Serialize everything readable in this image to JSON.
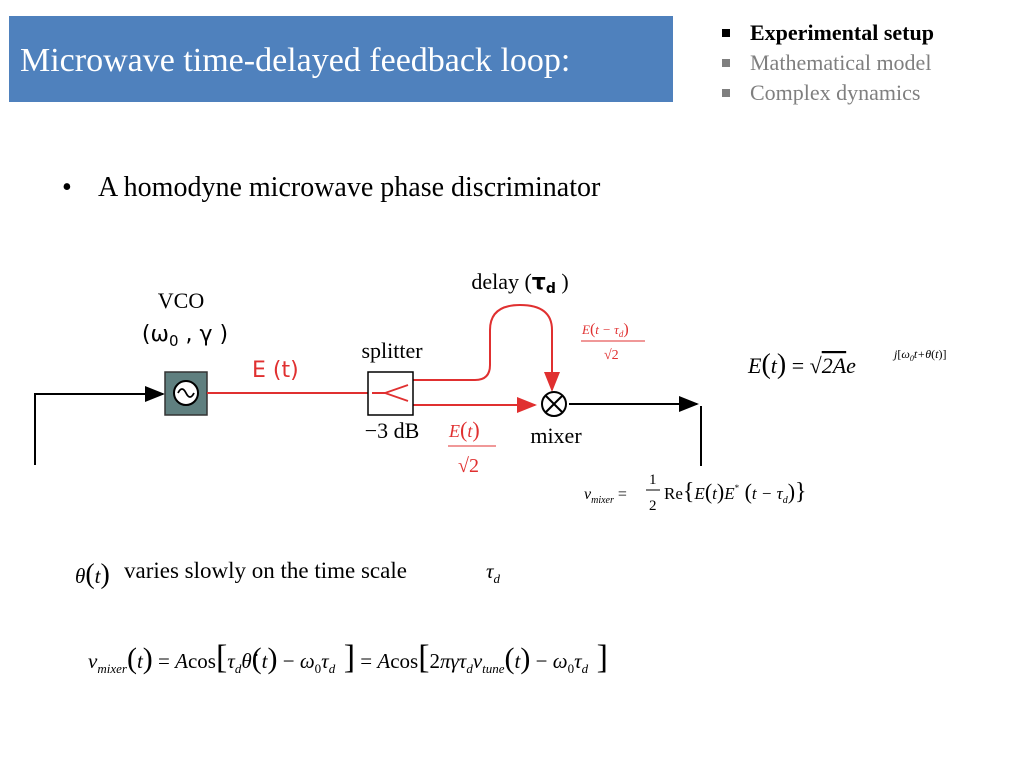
{
  "slide": {
    "title": "Microwave time-delayed feedback loop:",
    "bullet": "A homodyne microwave phase discriminator"
  },
  "toc": {
    "items": [
      {
        "label": "Experimental setup",
        "state": "active"
      },
      {
        "label": "Mathematical model",
        "state": "dim"
      },
      {
        "label": "Complex dynamics",
        "state": "dim"
      }
    ]
  },
  "diagram": {
    "vco_label": "VCO",
    "vco_params": "(ω0 , γ )",
    "signal_label": "E (t)",
    "splitter_label": "splitter",
    "splitter_atten": "−3 dB",
    "delay_label": "delay (τd )",
    "mixer_label": "mixer",
    "branch_upper": "E(t − τd) / √2",
    "branch_lower": "E(t) / √2"
  },
  "equations": {
    "field": "E(t) = √(2A) e^{j[ω0 t + θ(t)]}",
    "mixer": "v_mixer = ½ Re{ E(t) E*(t − τd) }",
    "theta_note": "varies slowly on the time scale",
    "final": "v_mixer(t) = A cos[τd θ̇(t) − ω0 τd] = A cos[2πγ τd v_tune(t) − ω0 τd]"
  },
  "colors": {
    "title_bg": "#4f81bd",
    "signal_red": "#e03030",
    "vco_box": "#5f7f7f",
    "toc_dim": "#7f7f7f"
  }
}
